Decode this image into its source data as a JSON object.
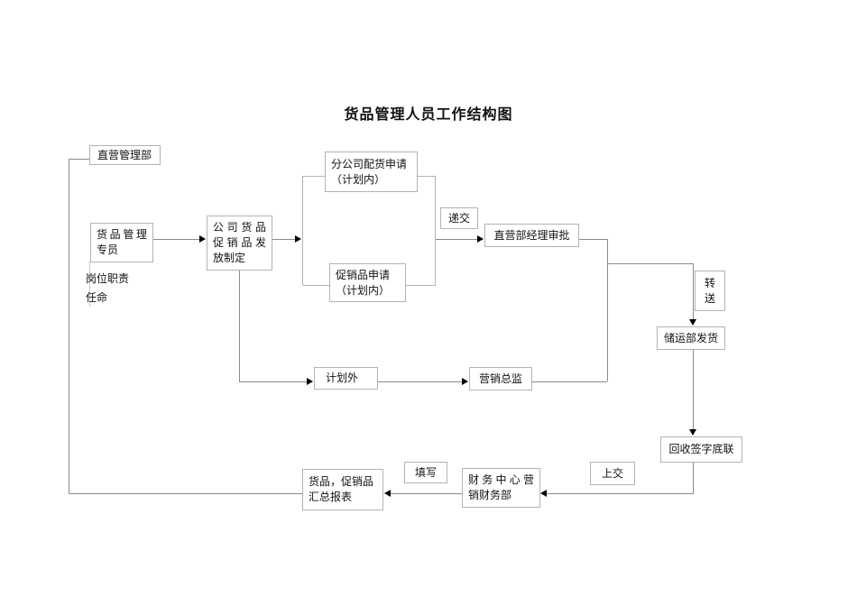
{
  "title": "货品管理人员工作结构图",
  "boxes": {
    "zhiying_dept": {
      "label": "直营管理部"
    },
    "goods_specialist": {
      "l1": "货品管理",
      "l2": "专员"
    },
    "company_goods": {
      "l1": "公司货品",
      "l2": "促销品发",
      "l3": "放制定"
    },
    "branch_request": {
      "l1": "分公司配货申请",
      "l2": "（计划内）"
    },
    "promo_request": {
      "l1": "促销品申请",
      "l2": "（计划内）"
    },
    "submit": {
      "label": "递交"
    },
    "manager_approval": {
      "label": "直营部经理审批"
    },
    "transfer": {
      "l1": "转",
      "l2": "送"
    },
    "storage_ship": {
      "label": "储运部发货"
    },
    "receipt_copy": {
      "label": "回收签字底联"
    },
    "hand_in": {
      "label": "上交"
    },
    "out_of_plan": {
      "label": "计划外"
    },
    "marketing_director": {
      "label": "营销总监"
    },
    "finance_center": {
      "l1": "财务中心营",
      "l2": "销财务部"
    },
    "fill_in": {
      "label": "填写"
    },
    "summary_report": {
      "l1": "货品，促销品",
      "l2": "汇总报表"
    }
  },
  "annotations": {
    "post_duty": "岗位职责",
    "appointment": "任命"
  },
  "colors": {
    "line": "#8a8a8a",
    "border": "#b3b3b3",
    "text": "#111111",
    "arrow": "#000000",
    "bg": "#ffffff"
  }
}
